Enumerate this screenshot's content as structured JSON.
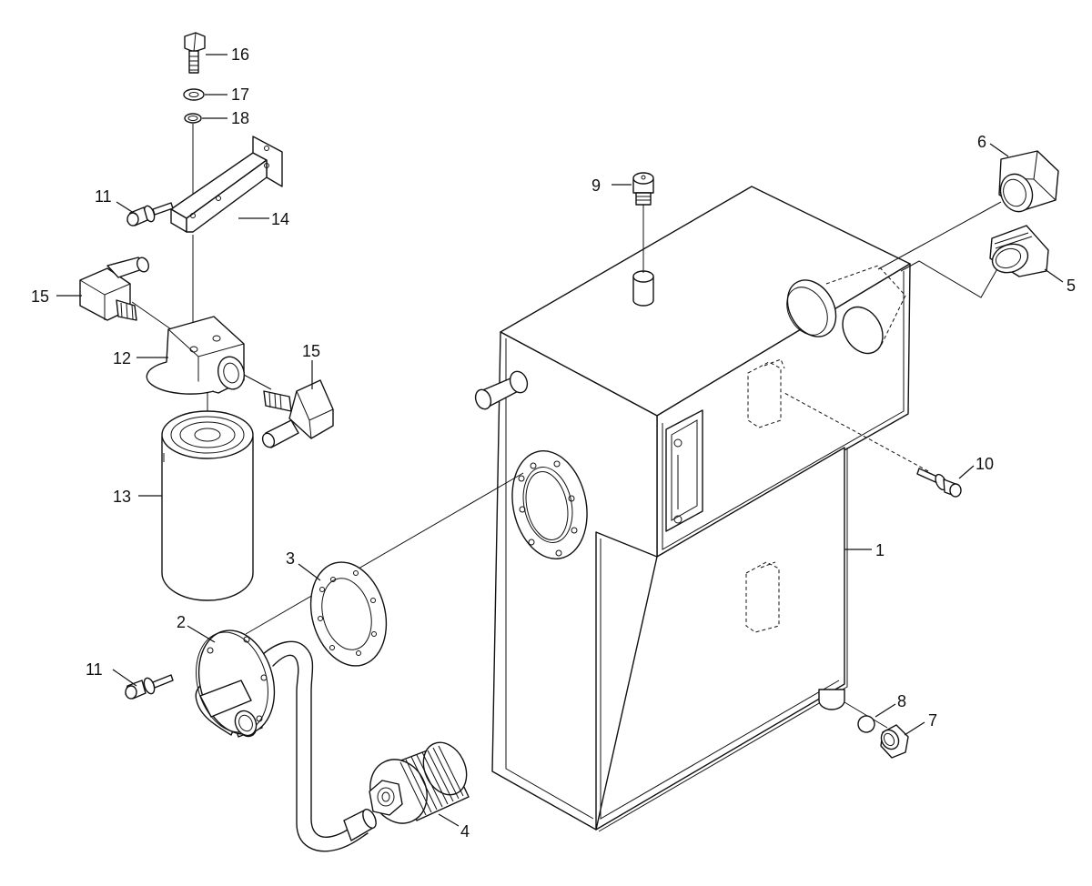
{
  "callouts": {
    "p1": "1",
    "p2": "2",
    "p3": "3",
    "p4": "4",
    "p5": "5",
    "p6": "6",
    "p7": "7",
    "p8": "8",
    "p9": "9",
    "p10": "10",
    "p11a": "11",
    "p11b": "11",
    "p12": "12",
    "p13": "13",
    "p14": "14",
    "p15a": "15",
    "p15b": "15",
    "p16": "16",
    "p17": "17",
    "p18": "18"
  },
  "parts": [
    {
      "id": "1",
      "name": "hydraulic-tank"
    },
    {
      "id": "2",
      "name": "suction-pipe-flange"
    },
    {
      "id": "3",
      "name": "gasket"
    },
    {
      "id": "4",
      "name": "suction-strainer"
    },
    {
      "id": "5",
      "name": "plug"
    },
    {
      "id": "6",
      "name": "filler-cap"
    },
    {
      "id": "7",
      "name": "drain-plug"
    },
    {
      "id": "8",
      "name": "o-ring"
    },
    {
      "id": "9",
      "name": "breather"
    },
    {
      "id": "10",
      "name": "bolt"
    },
    {
      "id": "11",
      "name": "bolt"
    },
    {
      "id": "12",
      "name": "filter-head"
    },
    {
      "id": "13",
      "name": "filter-cartridge"
    },
    {
      "id": "14",
      "name": "bracket"
    },
    {
      "id": "15",
      "name": "elbow-fitting"
    },
    {
      "id": "16",
      "name": "bolt"
    },
    {
      "id": "17",
      "name": "spring-washer"
    },
    {
      "id": "18",
      "name": "washer"
    }
  ]
}
